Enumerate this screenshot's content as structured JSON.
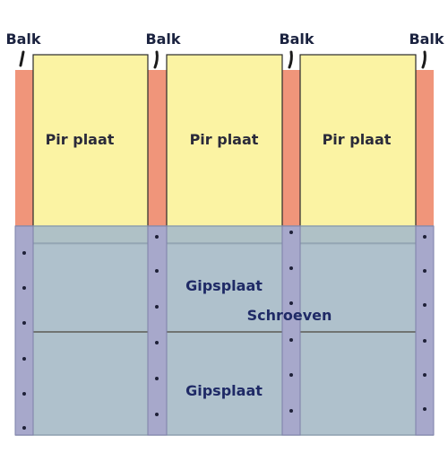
{
  "labels": {
    "balk": [
      "Balk",
      "Balk",
      "Balk",
      "Balk"
    ],
    "pir": [
      "Pir plaat",
      "Pir plaat",
      "Pir plaat"
    ],
    "gips": [
      "Gipsplaat",
      "Gipsplaat"
    ],
    "schroeven": "Schroeven"
  },
  "colors": {
    "background": "#ffffff",
    "beam": "#f0957a",
    "pir_panel": "#fbf3a3",
    "gypsum": "#a9bcc8",
    "gypsum_joint": "#8d9fae",
    "screw_strip": "#a7a8cb",
    "screw": "#1e2038",
    "outline": "#2a2a2a",
    "label": "#1f2a66"
  }
}
